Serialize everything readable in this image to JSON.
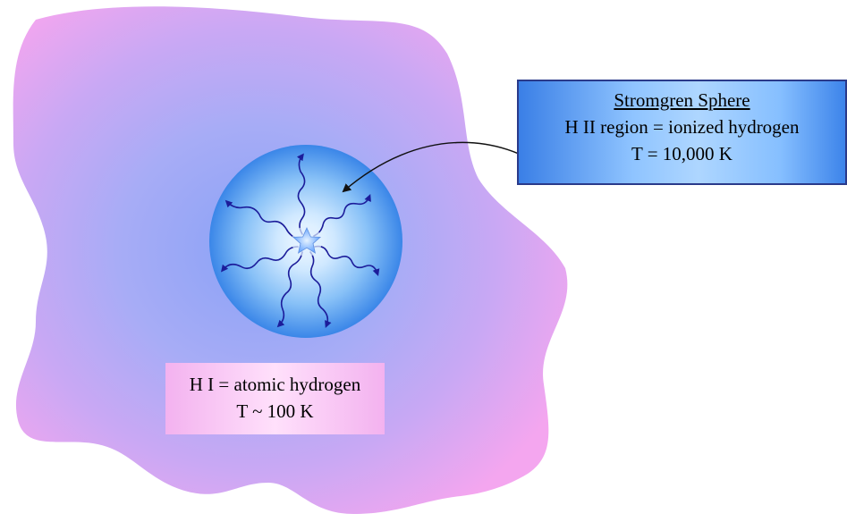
{
  "colors": {
    "cloud_outer": "#f2a6f2",
    "cloud_inner": "#8fa6f7",
    "sphere_outer": "#3a86e8",
    "sphere_center": "#f2f9ff",
    "photon_arrow": "#1c1c9a",
    "star": "#7fb8ff"
  },
  "stromgren": {
    "title": "Stromgren Sphere",
    "line1": "H II region = ionized hydrogen",
    "line2": "T = 10,000 K"
  },
  "neutral_region": {
    "line1": "H I = atomic hydrogen",
    "line2": "T ~ 100 K"
  },
  "icons": {
    "star": "star-icon",
    "photon": "wavy-arrow-icon",
    "pointer": "curved-arrow-icon"
  }
}
